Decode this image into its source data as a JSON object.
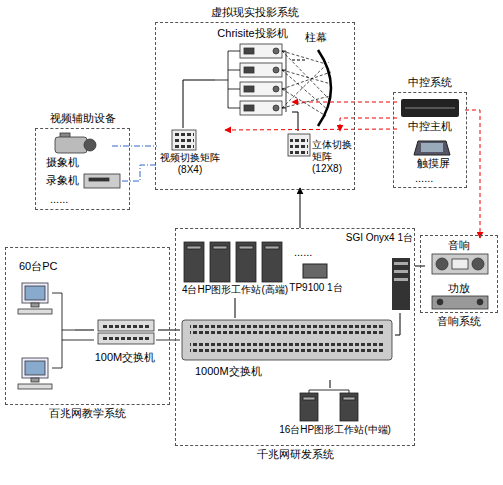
{
  "diagram": {
    "nodes": [
      {
        "text": [
          "虚拟现实投影系统"
        ]
      },
      {
        "text": [
          "Chrisite投影机"
        ],
        "in": 0
      },
      {
        "text": [
          "柱幕"
        ],
        "in": 0
      },
      {
        "text": [
          "视频切换矩阵 (8X4)"
        ],
        "in": 0
      },
      {
        "text": [
          "立体切换矩阵 (12X8)"
        ],
        "in": 0
      },
      {
        "text": [
          "中控系统"
        ]
      },
      {
        "text": [
          "中控主机"
        ],
        "in": 5
      },
      {
        "text": [
          "触摸屏"
        ],
        "in": 5
      },
      {
        "text": [
          "视频辅助设备"
        ]
      },
      {
        "text": [
          "摄象机"
        ],
        "in": 8
      },
      {
        "text": [
          "录象机"
        ],
        "in": 8
      },
      {
        "text": [
          "百兆网教学系统"
        ]
      },
      {
        "text": [
          "60台PC"
        ],
        "in": 11
      },
      {
        "text": [
          "100M交换机"
        ],
        "in": 11
      },
      {
        "text": [
          "千兆网研发系统"
        ]
      },
      {
        "text": [
          "4台HP图形工作站(高端)"
        ],
        "in": 14
      },
      {
        "text": [
          "SGI Onyx4 1台"
        ],
        "in": 14
      },
      {
        "text": [
          "TP9100 1台"
        ],
        "in": 14
      },
      {
        "text": [
          "1000M交换机"
        ],
        "in": 14
      },
      {
        "text": [
          "16台HP图形工作站(中端)"
        ],
        "in": 14
      },
      {
        "text": [
          "音响系统"
        ]
      },
      {
        "text": [
          "音响"
        ],
        "in": 20
      },
      {
        "text": [
          "功放"
        ],
        "in": 20
      }
    ],
    "edges": [
      {
        "from": 1,
        "to": 2,
        "arrow": "none"
      },
      {
        "from": 3,
        "to": 1,
        "arrow": "none"
      },
      {
        "from": 4,
        "to": 1,
        "arrow": "none"
      },
      {
        "from": 9,
        "to": 3,
        "arrow": "none"
      },
      {
        "from": 10,
        "to": 3,
        "arrow": "none"
      },
      {
        "from": 6,
        "to": 1,
        "arrow": "to"
      },
      {
        "from": 6,
        "to": 3,
        "arrow": "to"
      },
      {
        "from": 6,
        "to": 4,
        "arrow": "to"
      },
      {
        "from": 6,
        "to": 21,
        "arrow": "to"
      },
      {
        "from": 14,
        "to": 4,
        "arrow": "to"
      },
      {
        "from": 15,
        "to": 18,
        "arrow": "none"
      },
      {
        "from": 16,
        "to": 18,
        "arrow": "none"
      },
      {
        "from": 16,
        "to": 21,
        "arrow": "none"
      },
      {
        "from": 19,
        "to": 18,
        "arrow": "none"
      },
      {
        "from": 12,
        "to": 13,
        "arrow": "none"
      },
      {
        "from": 13,
        "to": 18,
        "arrow": "none"
      }
    ],
    "labels": [
      "......",
      "......",
      "......"
    ]
  }
}
